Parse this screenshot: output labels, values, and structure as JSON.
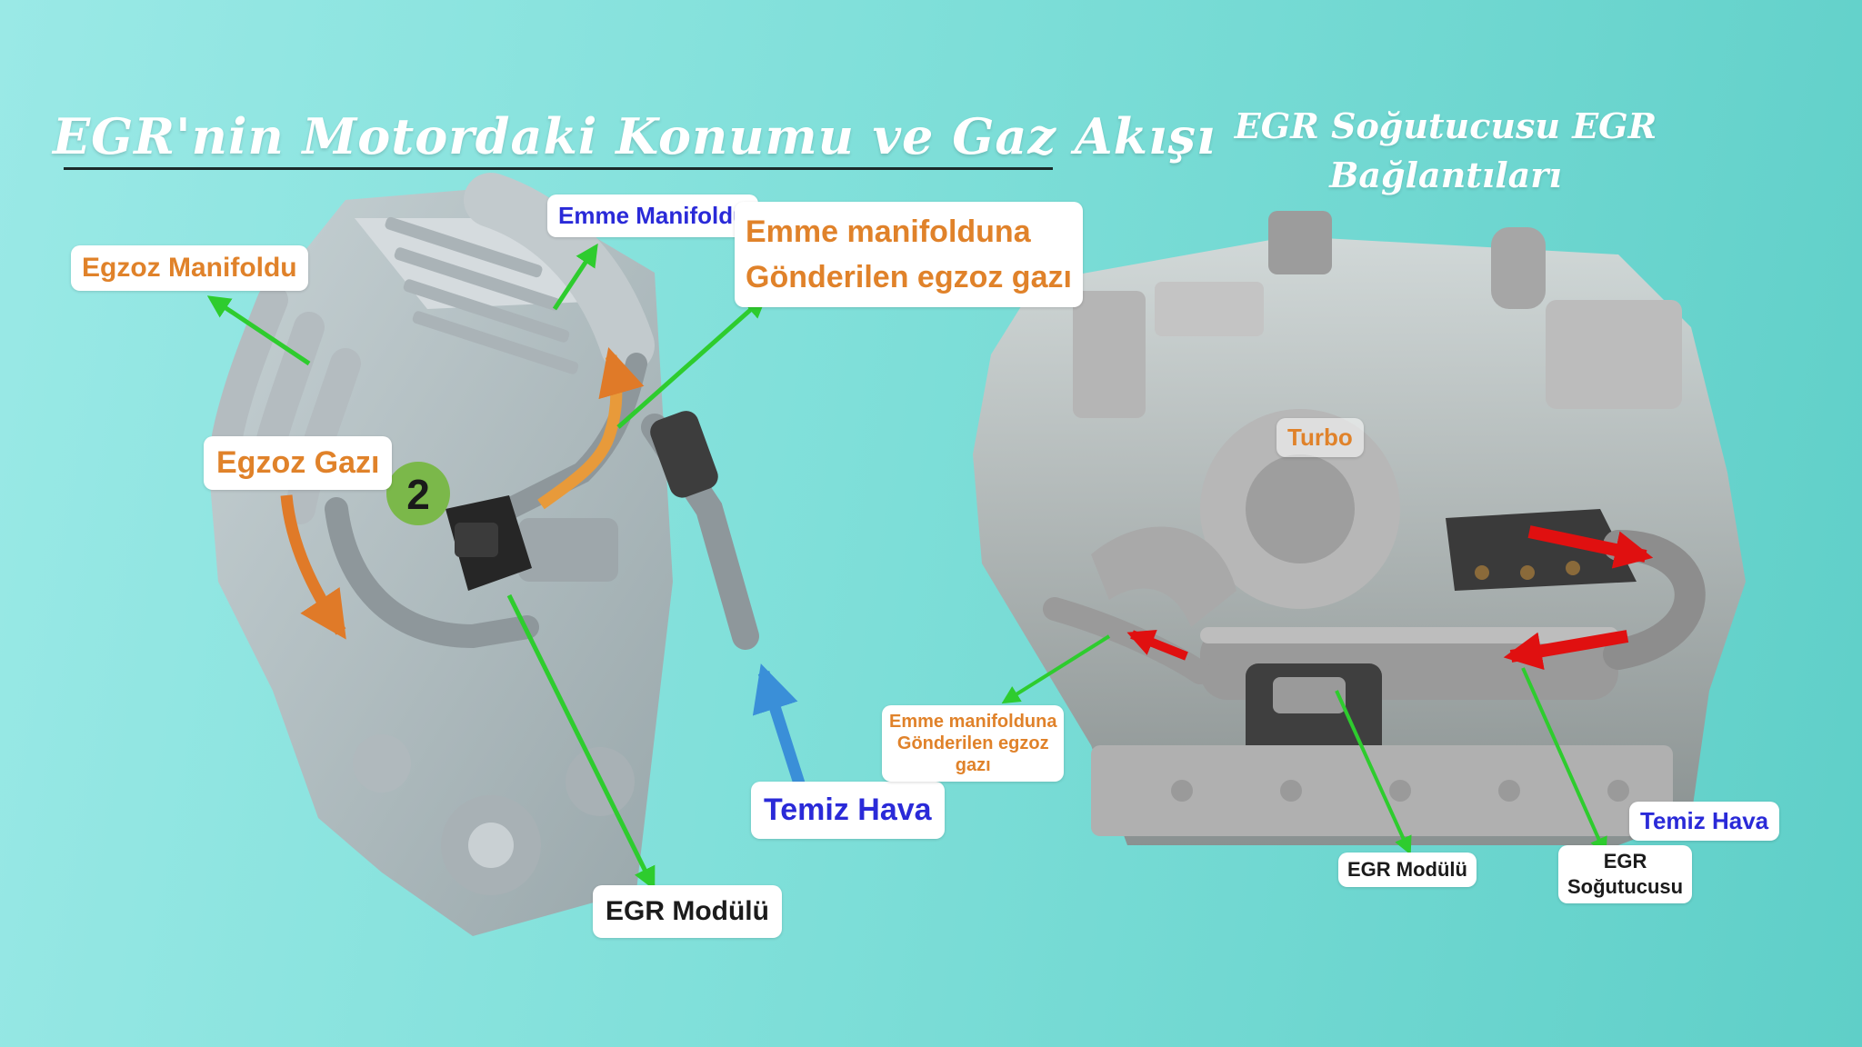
{
  "titles": {
    "left": "EGR'nin Motordaki Konumu ve Gaz Akışı",
    "right_line1": "EGR Soğutucusu EGR",
    "right_line2": "Bağlantıları"
  },
  "left_diagram": {
    "step_badge": "2",
    "labels": {
      "exhaust_manifold": "Egzoz Manifoldu",
      "intake_manifold": "Emme Manifoldu",
      "recirculated_line1": "Emme manifolduna",
      "recirculated_line2": "Gönderilen egzoz gazı",
      "exhaust_gas": "Egzoz Gazı",
      "fresh_air": "Temiz Hava",
      "egr_module": "EGR Modülü"
    }
  },
  "right_diagram": {
    "labels": {
      "turbo": "Turbo",
      "recirculated_line1": "Emme manifolduna",
      "recirculated_line2": "Gönderilen egzoz",
      "recirculated_line3": "gazı",
      "egr_module": "EGR Modülü",
      "egr_cooler_line1": "EGR",
      "egr_cooler_line2": "Soğutucusu",
      "fresh_air": "Temiz Hava"
    }
  },
  "colors": {
    "background": "#7fdfd9",
    "label_orange": "#e0822a",
    "label_blue": "#2a2ad8",
    "arrow_green": "#2ecc2e",
    "arrow_red": "#e01010",
    "badge_green": "#7bb84a",
    "engine_grey": "#b9c2c6"
  }
}
